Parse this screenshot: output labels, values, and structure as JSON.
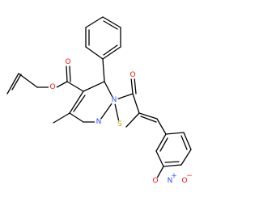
{
  "image_type": "2D chemical structure drawing",
  "colors": {
    "carbon_bonds": "#000000",
    "oxygen": "#ff0d0d",
    "nitrogen": "#3050f8",
    "sulfur": "#b8a000",
    "background": "#ffffff"
  },
  "atoms": {
    "o_ester_carbonyl": "O",
    "o_ester_ether": "O",
    "n_ring_a": "N",
    "n_ring_b": "N",
    "s_ring": "S",
    "o_ketone": "O",
    "n_nitro": "N",
    "nitro_plus": "+",
    "o_nitro_a": "O",
    "o_nitro_b": "O",
    "nitro_minus": "−"
  }
}
